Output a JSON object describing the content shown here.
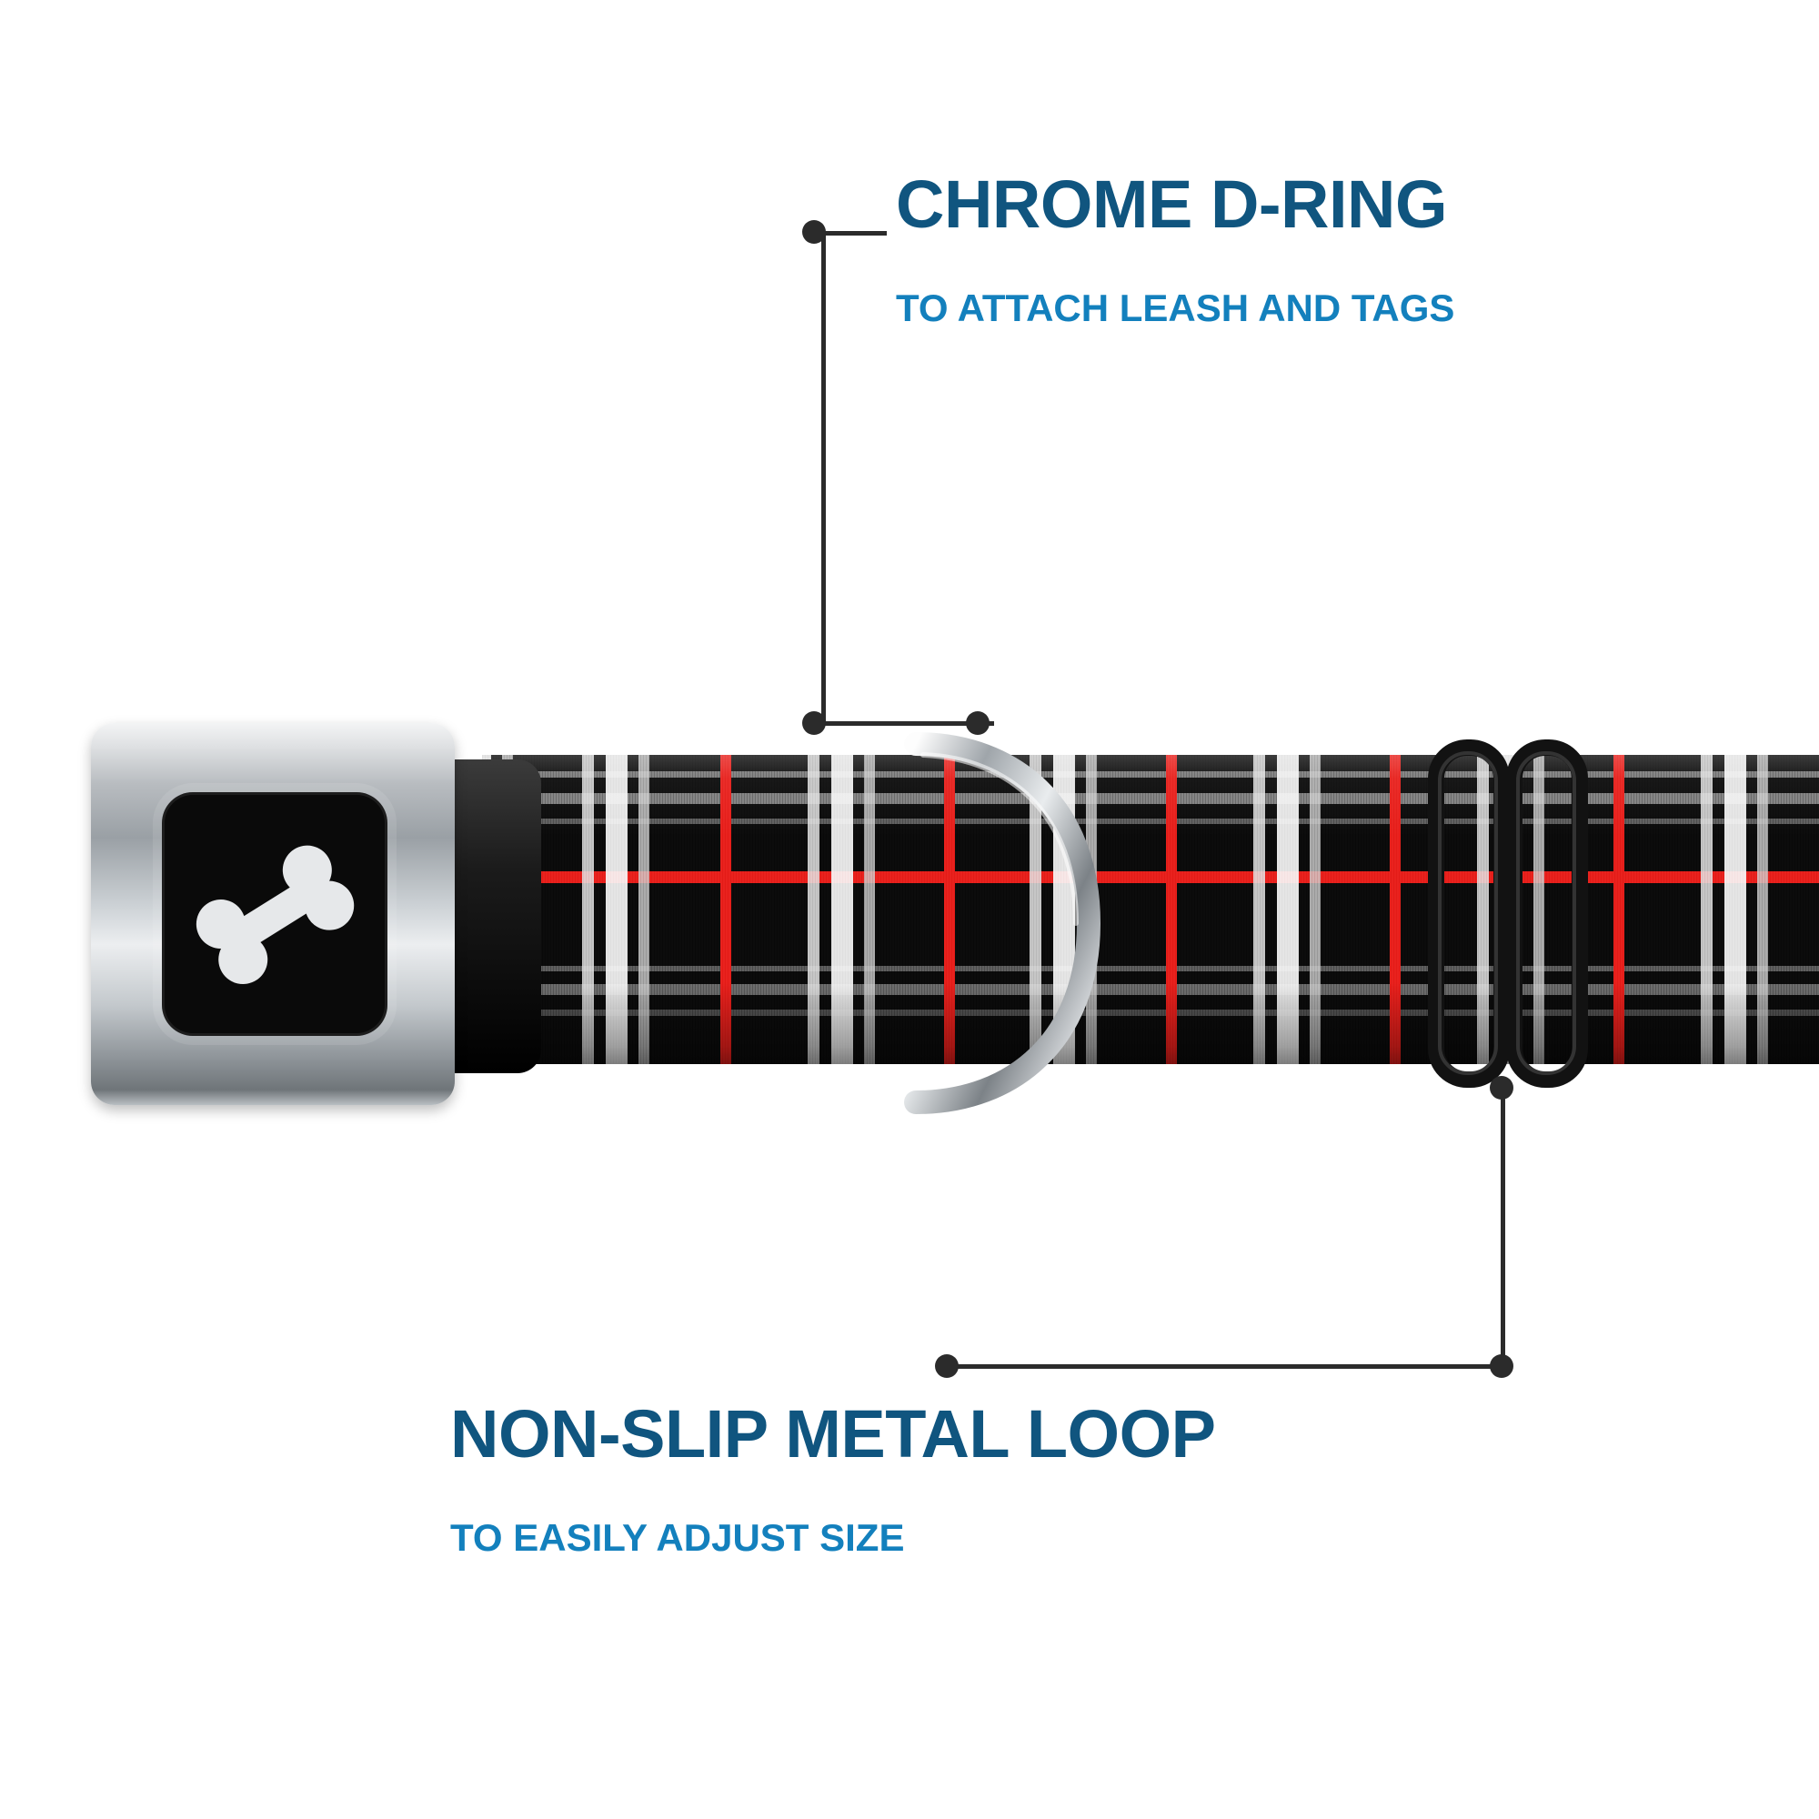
{
  "product": {
    "type": "seatbelt-buckle-dog-collar",
    "strap_pattern": "black-white-red-plaid",
    "buckle_icon": "bone-icon"
  },
  "callouts": [
    {
      "id": "chrome-d-ring",
      "title": "CHROME D-RING",
      "subtitle": "TO ATTACH LEASH AND TAGS"
    },
    {
      "id": "non-slip-metal-loop",
      "title": "NON-SLIP METAL LOOP",
      "subtitle": "TO EASILY ADJUST SIZE"
    }
  ],
  "colors": {
    "title": "#10557f",
    "subtitle": "#1380bd",
    "leader_line": "#2b2b2b",
    "background": "#ffffff",
    "strap_base": "#0b0b0b",
    "strap_accent_red": "#e8201c",
    "strap_accent_white": "#f2f2f2",
    "chrome_light": "#f3f4f5",
    "chrome_dark": "#6f7579"
  }
}
